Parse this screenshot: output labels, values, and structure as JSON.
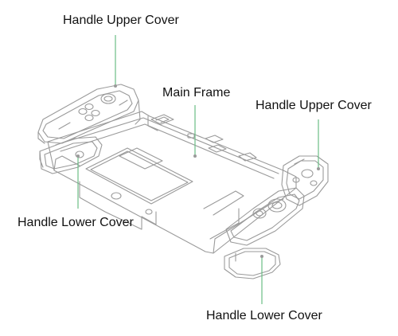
{
  "labels": {
    "handle_upper_cover_top_left": "Handle Upper Cover",
    "main_frame": "Main Frame",
    "handle_upper_cover_right": "Handle Upper Cover",
    "handle_lower_cover_left": "Handle Lower Cover",
    "handle_lower_cover_bottom_right": "Handle Lower Cover"
  },
  "colors": {
    "leader_line": "#6cbd86",
    "outline": "#9a9a9a",
    "outline_dark": "#6f6f6f",
    "label_text": "#111111",
    "background": "#ffffff"
  }
}
